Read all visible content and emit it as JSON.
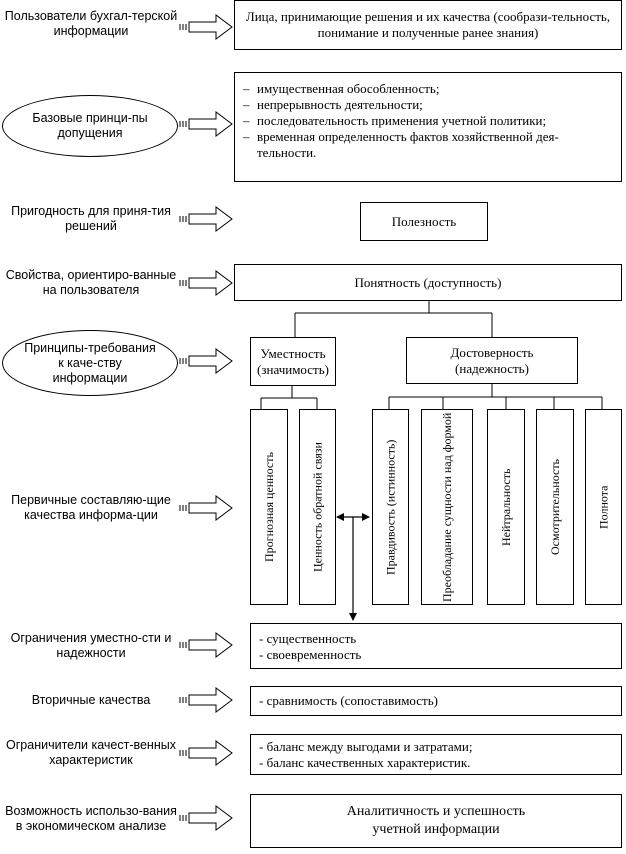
{
  "left_labels": [
    "Пользователи бухгал-терской информации",
    "Пригодность для приня-тия решений",
    "Свойства, ориентиро-ванные на пользователя",
    "Первичные составляю-щие качества информа-ции",
    "Ограничения уместно-сти и надежности",
    "Вторичные качества",
    "Ограничители качест-венных характеристик",
    "Возможность использо-вания в экономическом анализе"
  ],
  "ellipses": [
    "Базовые принци-пы допущения",
    "Принципы-требования к каче-ству информации"
  ],
  "top_box": "Лица, принимающие решения и их качества (сообрази-тельность, понимание и полученные ранее знания)",
  "assumptions": [
    "имущественная обособленность;",
    "непрерывность деятельности;",
    "последовательность применения учетной политики;",
    "временная определенность фактов хозяйственной дея-тельности."
  ],
  "usefulness": "Полезность",
  "understandability": "Понятность (доступность)",
  "relevance": "Уместность (значимость)",
  "reliability": "Достоверность (надежность)",
  "primary_components": [
    "Прогнозная ценность",
    "Ценность обратной связи",
    "Правдивость (истинность)",
    "Преобладание сущности над формой",
    "Нейтральность",
    "Осмотрительность",
    "Полнота"
  ],
  "constraints": [
    "- существенность",
    "- своевременность"
  ],
  "secondary": "- сравнимость (сопоставимость)",
  "limiters": [
    "- баланс между выгодами и затратами;",
    "- баланс качественных характеристик."
  ],
  "final": "Аналитичность и успешность учетной информации"
}
